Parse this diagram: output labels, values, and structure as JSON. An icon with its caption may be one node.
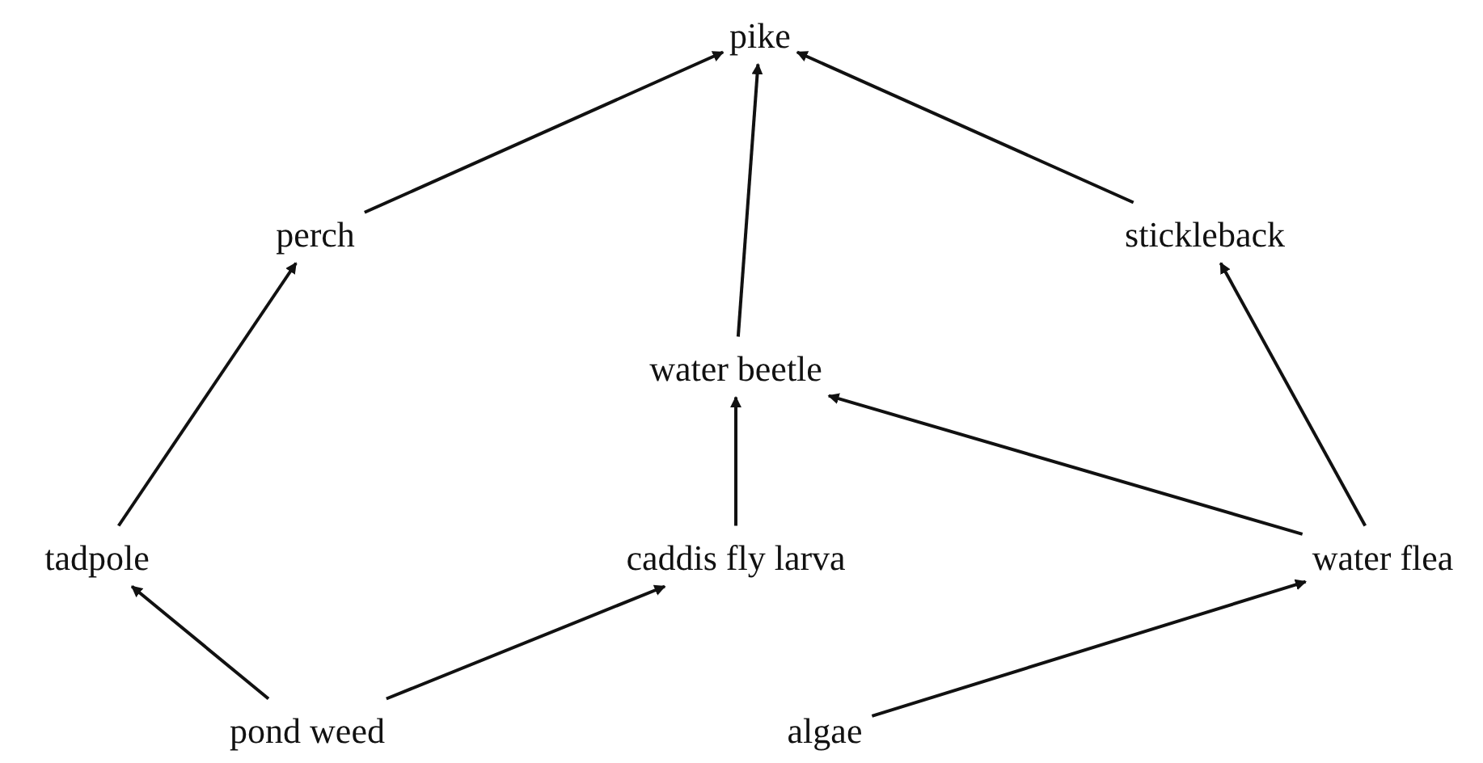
{
  "diagram": {
    "nodes": [
      {
        "text": [
          "pike"
        ]
      },
      {
        "text": [
          "perch"
        ]
      },
      {
        "text": [
          "stickleback"
        ]
      },
      {
        "text": [
          "water beetle"
        ]
      },
      {
        "text": [
          "tadpole"
        ]
      },
      {
        "text": [
          "caddis fly larva"
        ]
      },
      {
        "text": [
          "water flea"
        ]
      },
      {
        "text": [
          "pond weed"
        ]
      },
      {
        "text": [
          "algae"
        ]
      }
    ],
    "edges": [
      {
        "from": 1,
        "to": 0,
        "arrow": "to"
      },
      {
        "from": 3,
        "to": 0,
        "arrow": "to"
      },
      {
        "from": 2,
        "to": 0,
        "arrow": "to"
      },
      {
        "from": 4,
        "to": 1,
        "arrow": "to"
      },
      {
        "from": 5,
        "to": 3,
        "arrow": "to"
      },
      {
        "from": 6,
        "to": 3,
        "arrow": "to"
      },
      {
        "from": 6,
        "to": 2,
        "arrow": "to"
      },
      {
        "from": 7,
        "to": 4,
        "arrow": "to"
      },
      {
        "from": 7,
        "to": 5,
        "arrow": "to"
      },
      {
        "from": 8,
        "to": 6,
        "arrow": "to"
      }
    ]
  }
}
